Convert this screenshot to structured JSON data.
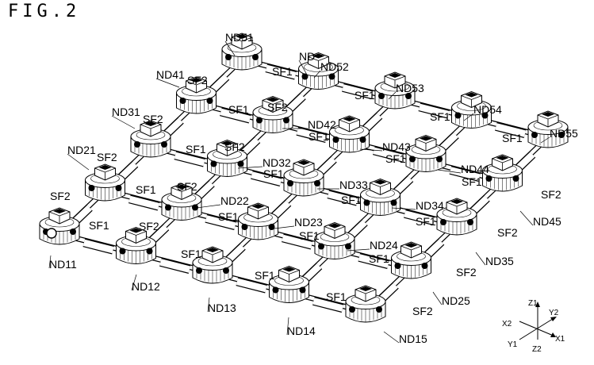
{
  "figure_label": "FIG.2",
  "device_label": "ND",
  "grid": {
    "rows": [
      [
        "ND11",
        "ND12",
        "ND13",
        "ND14",
        "ND15"
      ],
      [
        "ND21",
        "ND22",
        "ND23",
        "ND24",
        "ND25"
      ],
      [
        "ND31",
        "ND32",
        "ND33",
        "ND34",
        "ND35"
      ],
      [
        "ND41",
        "ND42",
        "ND43",
        "ND44",
        "ND45"
      ],
      [
        "ND51",
        "ND52",
        "ND53",
        "ND54",
        "ND55"
      ]
    ]
  },
  "shaft_labels": {
    "x_direction": "SF1",
    "y_direction": "SF2"
  },
  "axes": {
    "z1": "Z1",
    "z2": "Z2",
    "x1": "X1",
    "x2": "X2",
    "y1": "Y1",
    "y2": "Y2"
  }
}
